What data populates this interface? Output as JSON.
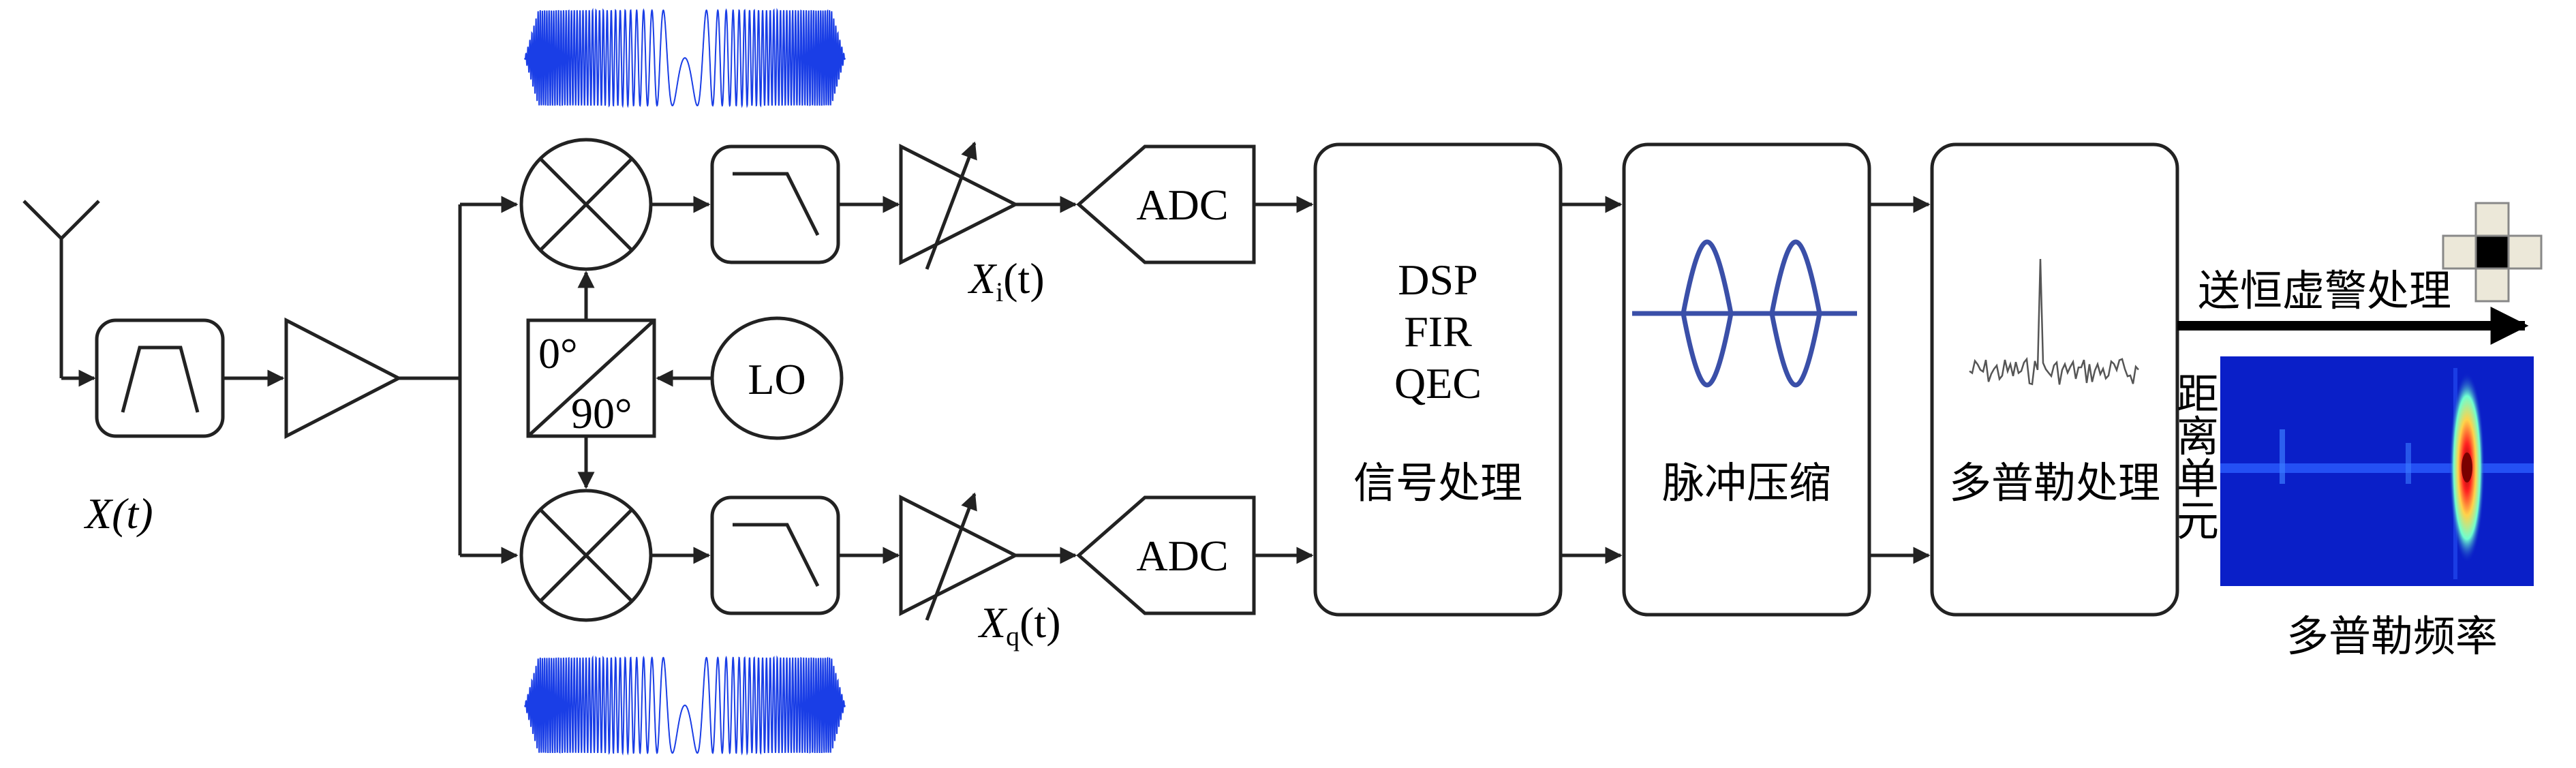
{
  "labels": {
    "input_signal": "X(t)",
    "x_i_main": "X",
    "x_i_sub": "i",
    "x_i_tail": "(t)",
    "x_q_main": "X",
    "x_q_sub": "q",
    "x_q_tail": "(t)",
    "phase_0": "0°",
    "phase_90": "90°",
    "lo": "LO",
    "adc_i": "ADC",
    "adc_q": "ADC",
    "dsp_line1": "DSP",
    "dsp_line2": "FIR",
    "dsp_line3": "QEC",
    "dsp_title": "信号处理",
    "pulse_title": "脉冲压缩",
    "doppler_title": "多普勒处理",
    "cfar_label": "送恒虚警处理",
    "range_cell_1": "距",
    "range_cell_2": "离",
    "range_cell_3": "单",
    "range_cell_4": "元",
    "doppler_freq": "多普勒频率"
  },
  "colors": {
    "chirp_blue": "#1a3ee6",
    "pulse_line": "#3a4fa8",
    "map_bg": "#0a1fc8",
    "map_stripe": "#4a8cff"
  },
  "icons": [
    "antenna-icon",
    "bandpass-filter-icon",
    "amplifier-icon",
    "mixer-icon",
    "lowpass-filter-icon",
    "variable-gain-amplifier-icon",
    "phase-splitter-icon",
    "cfar-cross-icon"
  ]
}
